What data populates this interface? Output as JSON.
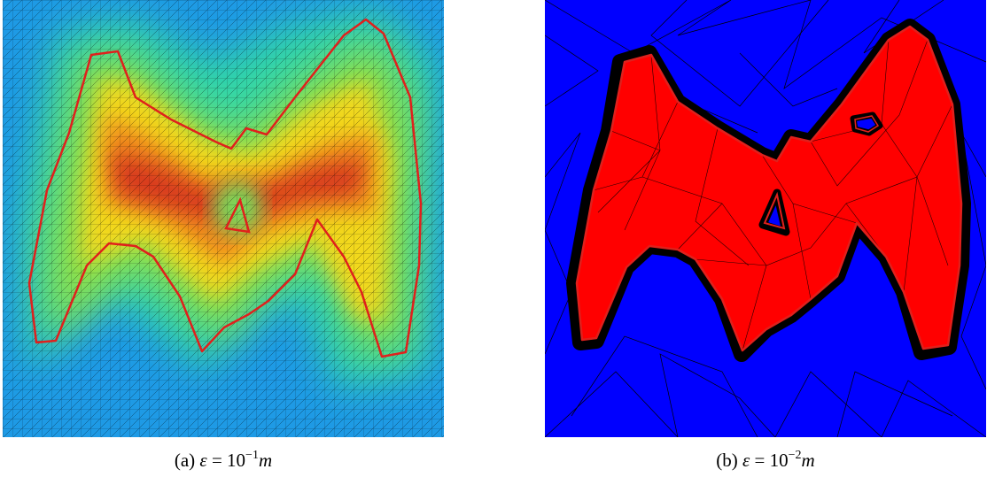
{
  "figures": [
    {
      "id": "a",
      "caption": {
        "label": "(a)",
        "symbol": "ε",
        "equals": "=",
        "base": "10",
        "exponent": "−1",
        "unit": "m"
      },
      "colors": {
        "outline": "#e0201c",
        "background": "#1f8fd6",
        "mesh": "#000000"
      }
    },
    {
      "id": "b",
      "caption": {
        "label": "(b)",
        "symbol": "ε",
        "equals": "=",
        "base": "10",
        "exponent": "−2",
        "unit": "m"
      },
      "colors": {
        "outline": "#e0201c",
        "background": "#0000ff",
        "fill": "#ff0000",
        "mesh": "#000000"
      }
    }
  ]
}
